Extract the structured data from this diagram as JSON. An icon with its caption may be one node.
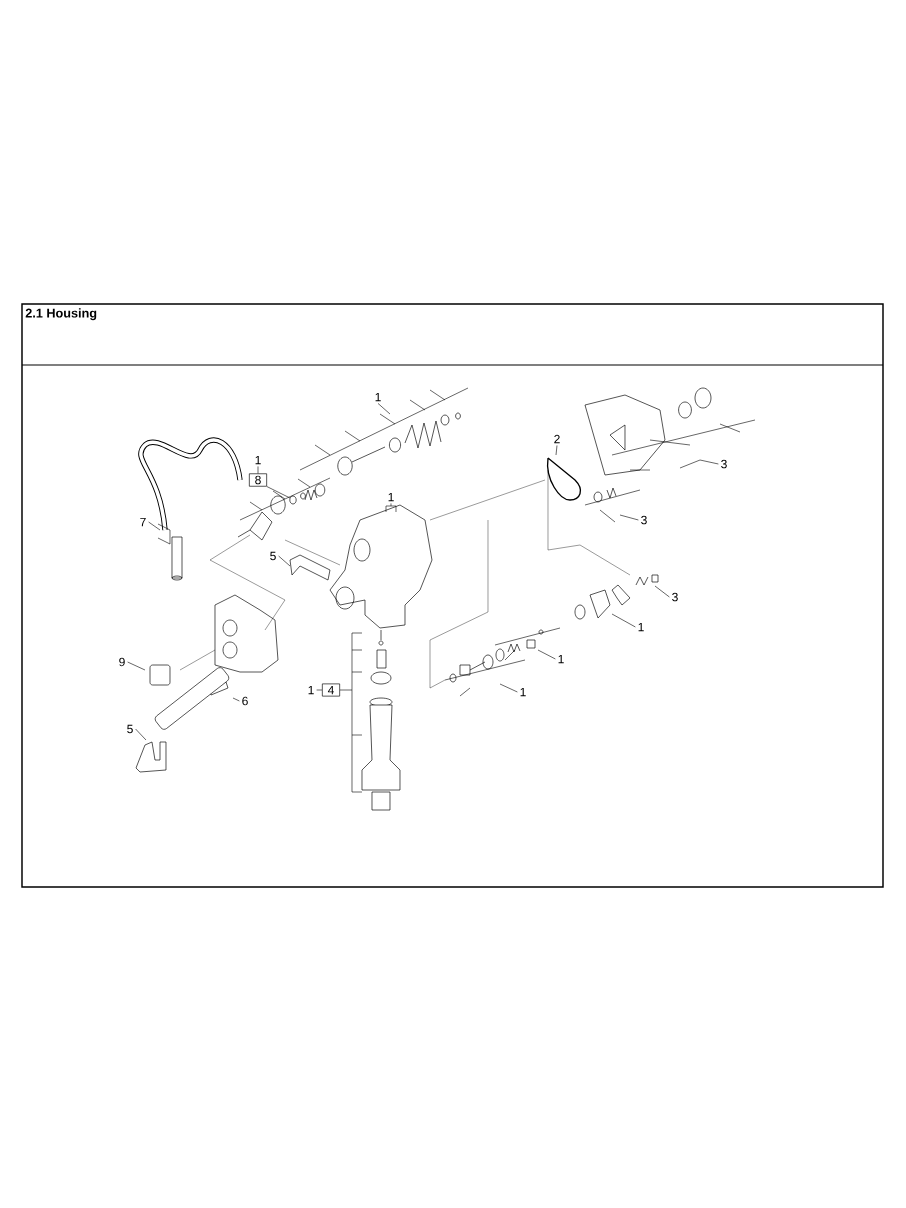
{
  "diagram": {
    "title": "2.1 Housing",
    "nodes": [
      {
        "text": [
          "1"
        ]
      },
      {
        "text": [
          "1"
        ]
      },
      {
        "text": [
          "8"
        ]
      },
      {
        "text": [
          "7"
        ]
      },
      {
        "text": [
          "1"
        ]
      },
      {
        "text": [
          "5"
        ]
      },
      {
        "text": [
          "9"
        ]
      },
      {
        "text": [
          "6"
        ]
      },
      {
        "text": [
          "5"
        ]
      },
      {
        "text": [
          "1"
        ]
      },
      {
        "text": [
          "4"
        ]
      },
      {
        "text": [
          "2"
        ]
      },
      {
        "text": [
          "3"
        ]
      },
      {
        "text": [
          "3"
        ]
      },
      {
        "text": [
          "3"
        ]
      },
      {
        "text": [
          "1"
        ]
      },
      {
        "text": [
          "1"
        ]
      },
      {
        "text": [
          "1"
        ]
      }
    ],
    "edges": [
      {
        "from": 0,
        "to": null,
        "arrow": "none"
      },
      {
        "from": 1,
        "to": 2,
        "arrow": "none"
      },
      {
        "from": 2,
        "to": null,
        "arrow": "none"
      },
      {
        "from": 3,
        "to": null,
        "arrow": "none"
      },
      {
        "from": 4,
        "to": null,
        "arrow": "none"
      },
      {
        "from": 5,
        "to": null,
        "arrow": "none"
      },
      {
        "from": 6,
        "to": null,
        "arrow": "none"
      },
      {
        "from": 7,
        "to": null,
        "arrow": "none"
      },
      {
        "from": 8,
        "to": null,
        "arrow": "none"
      },
      {
        "from": 9,
        "to": 10,
        "arrow": "none"
      },
      {
        "from": 10,
        "to": null,
        "arrow": "none"
      },
      {
        "from": 11,
        "to": null,
        "arrow": "none"
      },
      {
        "from": 12,
        "to": null,
        "arrow": "none"
      },
      {
        "from": 13,
        "to": null,
        "arrow": "none"
      },
      {
        "from": 14,
        "to": null,
        "arrow": "none"
      },
      {
        "from": 15,
        "to": null,
        "arrow": "none"
      },
      {
        "from": 16,
        "to": null,
        "arrow": "none"
      },
      {
        "from": 17,
        "to": null,
        "arrow": "none"
      }
    ]
  }
}
